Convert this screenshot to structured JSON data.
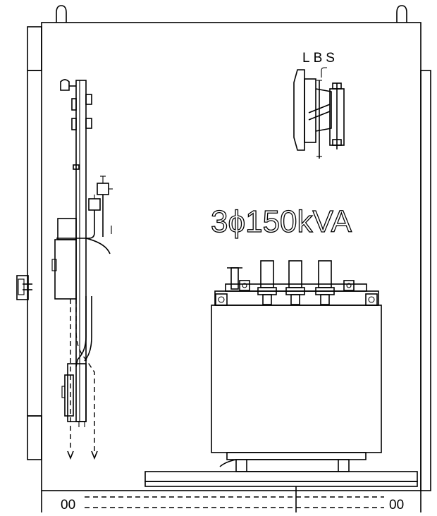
{
  "labels": {
    "switch": "LBS",
    "transformer": "3ϕ150kVA",
    "vent_left": "00",
    "vent_right": "00"
  }
}
